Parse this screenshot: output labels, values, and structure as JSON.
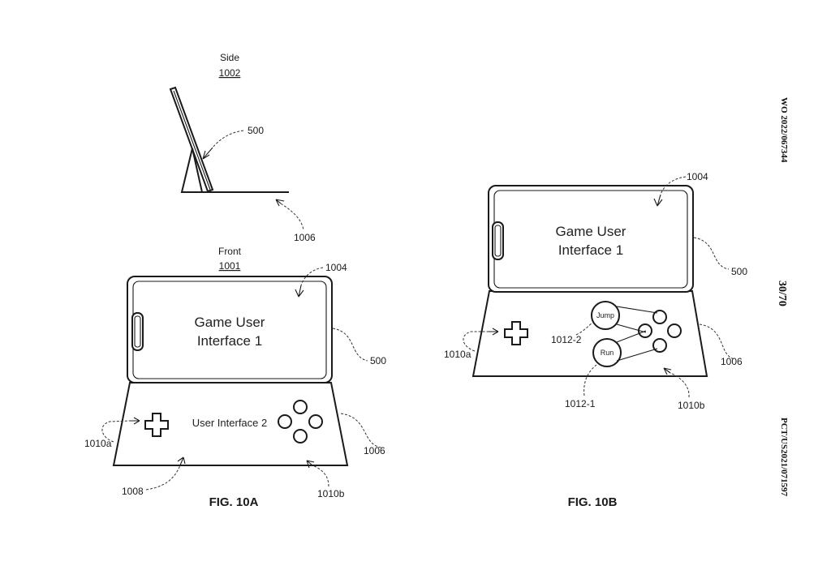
{
  "fig10a": {
    "side_title": "Side",
    "side_ref": "1002",
    "front_title": "Front",
    "front_ref": "1001",
    "screen_line1": "Game User",
    "screen_line2": "Interface 1",
    "ui2_text": "User Interface 2",
    "ref_500_side": "500",
    "ref_1006_side": "1006",
    "ref_1004": "1004",
    "ref_500": "500",
    "ref_1006": "1006",
    "ref_1010a": "1010a",
    "ref_1010b": "1010b",
    "ref_1008": "1008",
    "caption": "FIG. 10A"
  },
  "fig10b": {
    "screen_line1": "Game User",
    "screen_line2": "Interface 1",
    "jump_label": "Jump",
    "run_label": "Run",
    "ref_1004": "1004",
    "ref_500": "500",
    "ref_1006": "1006",
    "ref_1010a": "1010a",
    "ref_1010b": "1010b",
    "ref_1012_2": "1012-2",
    "ref_1012_1": "1012-1",
    "caption": "FIG. 10B"
  },
  "margin": {
    "pub_number": "WO 2022/067344",
    "sheet_number": "30/70",
    "app_number": "PCT/US2021/071597"
  }
}
